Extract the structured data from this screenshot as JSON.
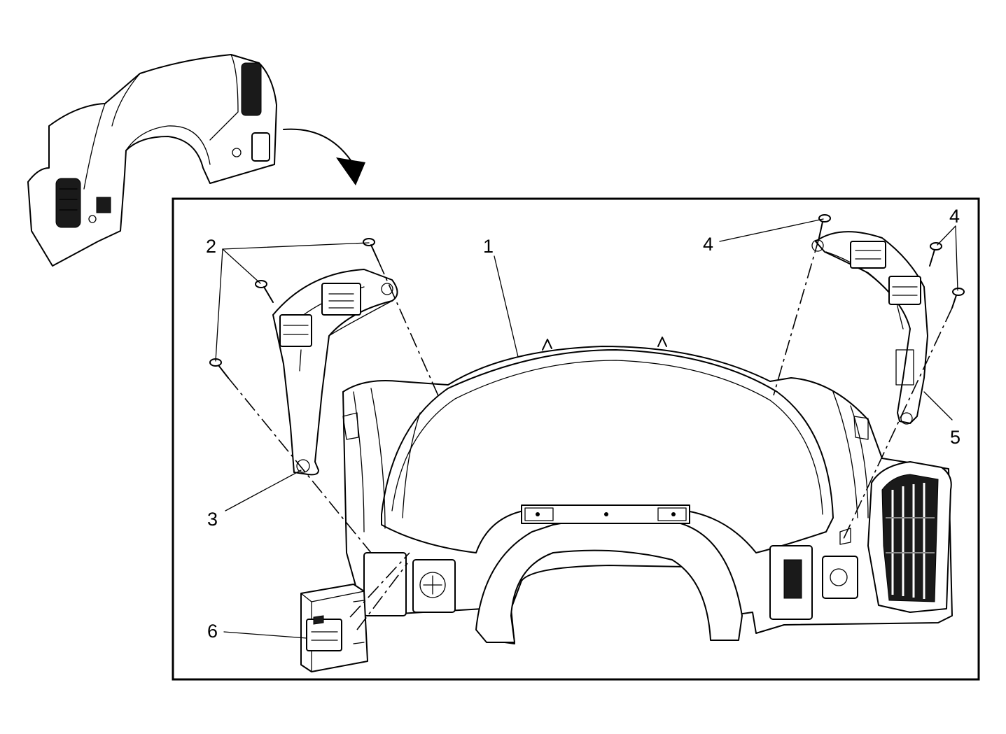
{
  "diagram": {
    "callouts": [
      {
        "id": "1",
        "text": "1"
      },
      {
        "id": "2",
        "text": "2"
      },
      {
        "id": "3",
        "text": "3"
      },
      {
        "id": "4a",
        "text": "4"
      },
      {
        "id": "4b",
        "text": "4"
      },
      {
        "id": "5",
        "text": "5"
      },
      {
        "id": "6",
        "text": "6"
      }
    ]
  }
}
